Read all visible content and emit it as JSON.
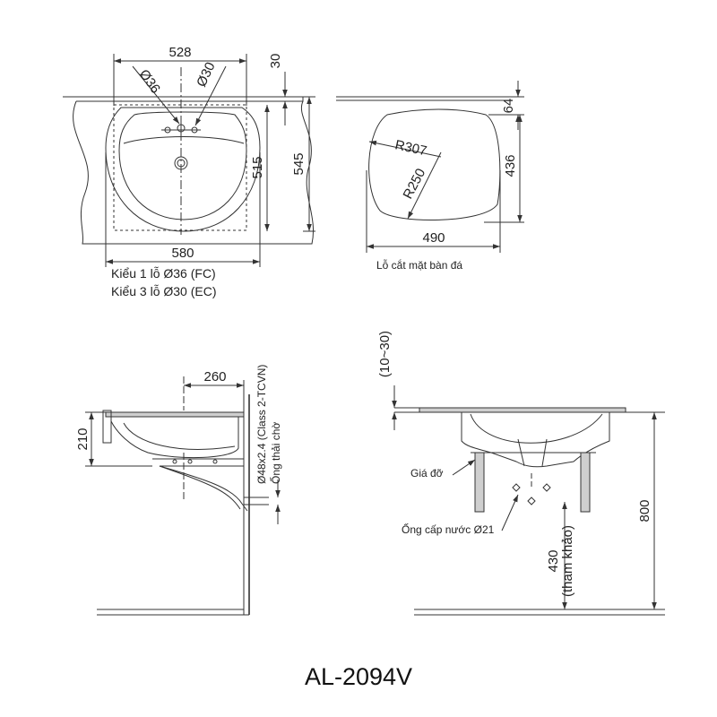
{
  "top_view": {
    "dim_width": "528",
    "dim_hole_36": "Ø36",
    "dim_hole_30": "Ø30",
    "dim_top": "30",
    "dim_depth_inner": "515",
    "dim_depth_outer": "545",
    "dim_bottom_width": "580",
    "type_1_hole": "Kiểu 1 lỗ Ø36 (FC)",
    "type_3_hole": "Kiểu 3 lỗ Ø30 (EC)"
  },
  "cutout_view": {
    "dim_top": "64",
    "dim_radius_1": "R307",
    "dim_radius_2": "R250",
    "dim_height": "436",
    "dim_width": "490",
    "caption": "Lỗ cắt mặt bàn đá"
  },
  "side_view": {
    "dim_260": "260",
    "dim_210": "210",
    "pipe_spec": "Ø48x2.4 (Class 2-TCVN)",
    "pipe_label": "Ống thải chờ"
  },
  "front_view": {
    "dim_gap": "(10~30)",
    "bracket_label": "Giá đỡ",
    "supply_pipe_label": "Ống cấp nước Ø21",
    "dim_430": "430",
    "dim_ref": "(tham khảo)",
    "dim_800": "800"
  },
  "model": "AL-2094V"
}
